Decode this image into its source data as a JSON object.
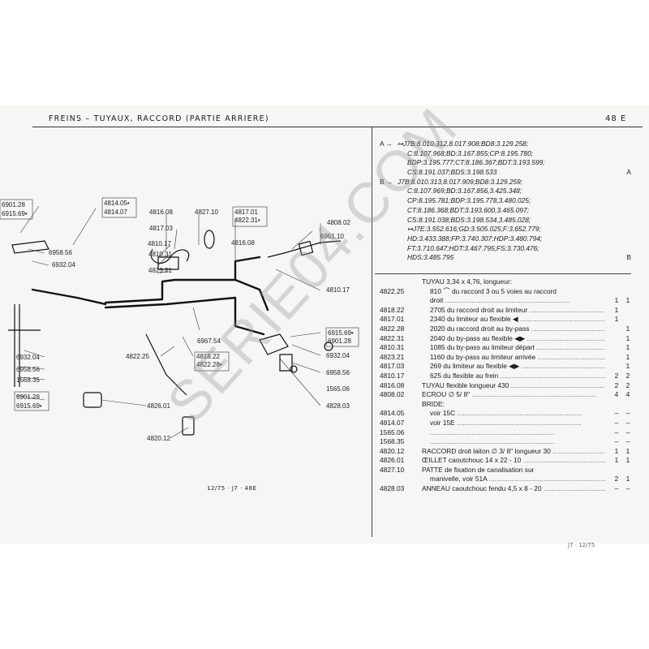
{
  "header": {
    "title": "FREINS  –  TUYAUX, RACCORD (PARTIE ARRIERE)",
    "page": "48 E"
  },
  "diagram": {
    "ref": "12/75 · J7 · 48E",
    "callouts": [
      {
        "text": "6901.28"
      },
      {
        "text": "6915.69•"
      },
      {
        "text": "4814.05•"
      },
      {
        "text": "4814.07"
      },
      {
        "text": "4816.08"
      },
      {
        "text": "4827.10"
      },
      {
        "text": "4817.01"
      },
      {
        "text": "4822.31•"
      },
      {
        "text": "4808.02"
      },
      {
        "text": "4817.03"
      },
      {
        "text": "4816.08"
      },
      {
        "text": "6951.10"
      },
      {
        "text": "4810.17"
      },
      {
        "text": "6958.56"
      },
      {
        "text": "4810.31"
      },
      {
        "text": "6932.04"
      },
      {
        "text": "4823.21"
      },
      {
        "text": "4810.17"
      },
      {
        "text": "6915.69•"
      },
      {
        "text": "6901.28"
      },
      {
        "text": "6967.54"
      },
      {
        "text": "4822.25"
      },
      {
        "text": "4818.22"
      },
      {
        "text": "4822.28•"
      },
      {
        "text": "6932.04"
      },
      {
        "text": "6932.04"
      },
      {
        "text": "6958.56"
      },
      {
        "text": "6958.56"
      },
      {
        "text": "1568.35"
      },
      {
        "text": "1565.06"
      },
      {
        "text": "6901.28"
      },
      {
        "text": "6915.69•"
      },
      {
        "text": "4826.01"
      },
      {
        "text": "4828.03"
      },
      {
        "text": "4820.12"
      }
    ]
  },
  "applicability": [
    {
      "marker": "A →",
      "text": "↦J7B:8.010.312,8.017.908;BD8:3.129.258;",
      "tag": ""
    },
    {
      "marker": "",
      "text": "C:8.107.968;BD:3.167.855;CP:8.195.780;",
      "tag": ""
    },
    {
      "marker": "",
      "text": "BDP:3.195.777;CT:8.186.367;BDT:3.193.599;",
      "tag": ""
    },
    {
      "marker": "",
      "text": "CS:8.191.037;BDS:3.198.533",
      "tag": "A"
    },
    {
      "marker": "B →",
      "text": "J7B:8.010.313,8.017.909;BD8:3.129.259;",
      "tag": ""
    },
    {
      "marker": "",
      "text": "C:8.107.969;BD:3.167.856,3.425.348;",
      "tag": ""
    },
    {
      "marker": "",
      "text": "CP:8.195.781;BDP:3.195.778,3.480.025;",
      "tag": ""
    },
    {
      "marker": "",
      "text": "CT:8.186.368;BDT:3.193.600,3.465.097;",
      "tag": ""
    },
    {
      "marker": "",
      "text": "CS:8.191.038;BDS:3.198.534,3.485.028;",
      "tag": ""
    },
    {
      "marker": "",
      "text": "↦J7E:3.552.616;GD:3.505.025;F:3.652.779;",
      "tag": ""
    },
    {
      "marker": "",
      "text": "HD:3.433.388;FP:3.740.307;HDP:3.480.794;",
      "tag": ""
    },
    {
      "marker": "",
      "text": "FT:3.710.647;HDT:3.467.795;FS:3.730.476;",
      "tag": ""
    },
    {
      "marker": "",
      "text": "HDS:3.485.795",
      "tag": "B"
    }
  ],
  "parts": [
    {
      "ref": "",
      "desc": "TUYAU 3,34 x 4,76, longueur:",
      "indent": false,
      "q1": "",
      "q2": ""
    },
    {
      "ref": "4822.25",
      "desc": "810 ⌒ du raccord 3 ou 5 voies au raccord",
      "indent": true,
      "q1": "",
      "q2": ""
    },
    {
      "ref": "",
      "desc": "droit",
      "indent": true,
      "q1": "1",
      "q2": "1"
    },
    {
      "ref": "4818.22",
      "desc": "2705 du raccord droit au limiteur",
      "indent": true,
      "q1": "1",
      "q2": ""
    },
    {
      "ref": "4817.01",
      "desc": "2340 du limiteur au flexible ◀",
      "indent": true,
      "q1": "1",
      "q2": ""
    },
    {
      "ref": "4822.28",
      "desc": "2020 du raccord droit au by-pass",
      "indent": true,
      "q1": "",
      "q2": "1"
    },
    {
      "ref": "4822.31",
      "desc": "2040 du by-pass au flexible ◀▶",
      "indent": true,
      "q1": "",
      "q2": "1"
    },
    {
      "ref": "4810.31",
      "desc": "1085 du by-pass au limiteur départ",
      "indent": true,
      "q1": "",
      "q2": "1"
    },
    {
      "ref": "4823.21",
      "desc": "1160 du by-pass au limiteur arrivée",
      "indent": true,
      "q1": "",
      "q2": "1"
    },
    {
      "ref": "4817.03",
      "desc": "269 du limiteur au flexible ◀▶",
      "indent": true,
      "q1": "",
      "q2": "1"
    },
    {
      "ref": "4810.17",
      "desc": "625 du flexible au frein",
      "indent": true,
      "q1": "2",
      "q2": "2"
    },
    {
      "ref": "4816.08",
      "desc": "TUYAU flexible longueur 430",
      "indent": false,
      "q1": "2",
      "q2": "2"
    },
    {
      "ref": "4808.02",
      "desc": "ECROU ∅ 5/ 8\"",
      "indent": false,
      "q1": "4",
      "q2": "4"
    },
    {
      "ref": "",
      "desc": "BRIDE:",
      "indent": false,
      "q1": "",
      "q2": ""
    },
    {
      "ref": "4814.05",
      "desc": "voir 15C",
      "indent": true,
      "q1": "–",
      "q2": "–"
    },
    {
      "ref": "4814.07",
      "desc": "voir 15E",
      "indent": true,
      "q1": "–",
      "q2": "–"
    },
    {
      "ref": "1565.06",
      "desc": "",
      "indent": true,
      "q1": "–",
      "q2": "–"
    },
    {
      "ref": "1568.35",
      "desc": "",
      "indent": true,
      "q1": "–",
      "q2": "–"
    },
    {
      "ref": "4820.12",
      "desc": "RACCORD droit laiton ∅ 3/ 8\" longueur 30",
      "indent": false,
      "q1": "1",
      "q2": "1"
    },
    {
      "ref": "4826.01",
      "desc": "ŒILLET caoutchouc 14 x 22 - 10",
      "indent": false,
      "q1": "1",
      "q2": "1"
    },
    {
      "ref": "4827.10",
      "desc": "PATTE de fixation de canalisation sur",
      "indent": false,
      "q1": "",
      "q2": ""
    },
    {
      "ref": "",
      "desc": "manivelle, voir 51A",
      "indent": true,
      "q1": "2",
      "q2": "1"
    },
    {
      "ref": "4828.03",
      "desc": "ANNEAU caoutchouc fendu 4,5 x 8 - 20",
      "indent": false,
      "q1": "–",
      "q2": "–"
    }
  ],
  "footer": {
    "ref": "J7 · 12/75"
  },
  "watermark": "SERIE04.COM"
}
